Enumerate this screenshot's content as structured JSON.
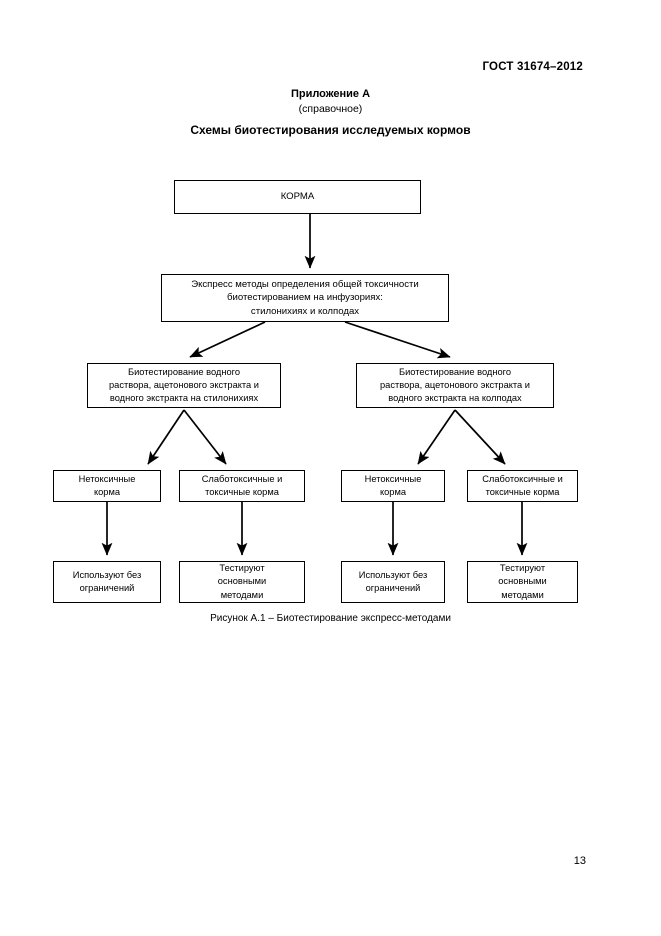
{
  "document": {
    "standard_header": "ГОСТ 31674–2012",
    "appendix_title": "Приложение А",
    "appendix_subtitle": "(справочное)",
    "scheme_title": "Схемы биотестирования исследуемых кормов",
    "figure_caption": "Рисунок А.1 – Биотестирование экспресс-методами",
    "page_number": "13"
  },
  "flowchart": {
    "nodes": {
      "korma": "КОРМА",
      "express": "Экспресс методы определения общей токсичности\nбиотестированием на инфузориях:\nстилонихиях и колподах",
      "stylonychia": "Биотестирование водного\nраствора, ацетонового экстракта и\nводного экстракта на стилонихиях",
      "colpoda": "Биотестирование водного\nраствора, ацетонового экстракта и\nводного экстракта на колподах",
      "nontoxic_left": "Нетоксичные\nкорма",
      "toxic_left": "Слаботоксичные и\nтоксичные корма",
      "nontoxic_right": "Нетоксичные\nкорма",
      "toxic_right": "Слаботоксичные и\nтоксичные корма",
      "use_left": "Используют без\nограничений",
      "test_left": "Тестируют\nосновными\nметодами",
      "use_right": "Используют без\nограничений",
      "test_right": "Тестируют\nосновными\nметодами"
    },
    "colors": {
      "line": "#000000",
      "box_fill": "#ffffff",
      "text": "#000000"
    }
  }
}
